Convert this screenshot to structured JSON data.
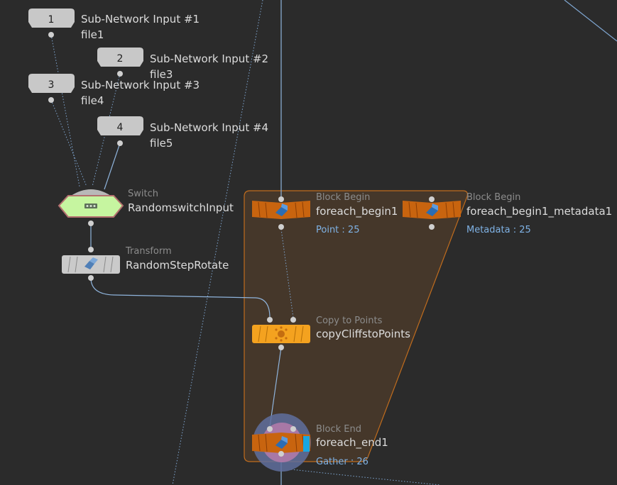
{
  "colors": {
    "background": "#2b2b2b",
    "wire": "#8fb4dc",
    "block_fill": "#46382a",
    "block_border": "#c56f1e",
    "foreach_node": "#c8640f",
    "copy_node": "#f4a21f",
    "switch_node": "#c6f5a0",
    "subnet_input": "#c8c8c8",
    "info_text": "#7fb2e5"
  },
  "nodes": {
    "sni1": {
      "number": "1",
      "type": "Sub-Network Input #1",
      "name": "file1"
    },
    "sni2": {
      "number": "2",
      "type": "Sub-Network Input #2",
      "name": "file3"
    },
    "sni3": {
      "number": "3",
      "type": "Sub-Network Input #3",
      "name": "file4"
    },
    "sni4": {
      "number": "4",
      "type": "Sub-Network Input #4",
      "name": "file5"
    },
    "switch": {
      "type": "Switch",
      "name": "RandomswitchInput",
      "icon": "switch-icon"
    },
    "transform": {
      "type": "Transform",
      "name": "RandomStepRotate",
      "icon": "transform-icon"
    },
    "foreach_begin1": {
      "type": "Block Begin",
      "name": "foreach_begin1",
      "info": "Point : 25",
      "icon": "block-begin-icon"
    },
    "foreach_begin1_metadata1": {
      "type": "Block Begin",
      "name": "foreach_begin1_metadata1",
      "info": "Metadata : 25",
      "icon": "block-begin-icon"
    },
    "copy": {
      "type": "Copy to Points",
      "name": "copyCliffstoPoints",
      "icon": "copy-to-points-icon"
    },
    "foreach_end1": {
      "type": "Block End",
      "name": "foreach_end1",
      "info": "Gather : 26",
      "icon": "block-end-icon"
    }
  }
}
